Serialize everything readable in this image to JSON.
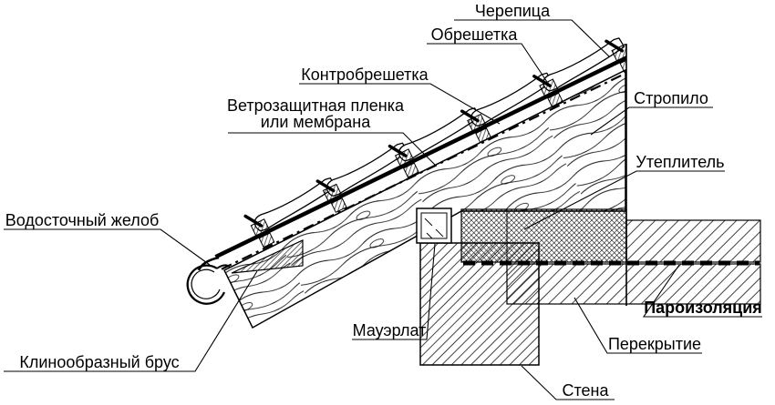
{
  "diagram": {
    "type": "roof-construction-cross-section",
    "labels": {
      "tile": "Черепица",
      "lathing": "Обрешетка",
      "counter_lathing": "Контробрешетка",
      "membrane_line1": "Ветрозащитная пленка",
      "membrane_line2": "или мембрана",
      "rafter": "Стропило",
      "insulation": "Утеплитель",
      "gutter": "Водосточный желоб",
      "vapor_barrier": "Пароизоляция",
      "floor_slab": "Перекрытие",
      "mauerlat": "Мауэрлат",
      "wall": "Стена",
      "wedge_beam": "Клинообразный брус"
    },
    "colors": {
      "line": "#000000",
      "background": "#ffffff"
    }
  }
}
